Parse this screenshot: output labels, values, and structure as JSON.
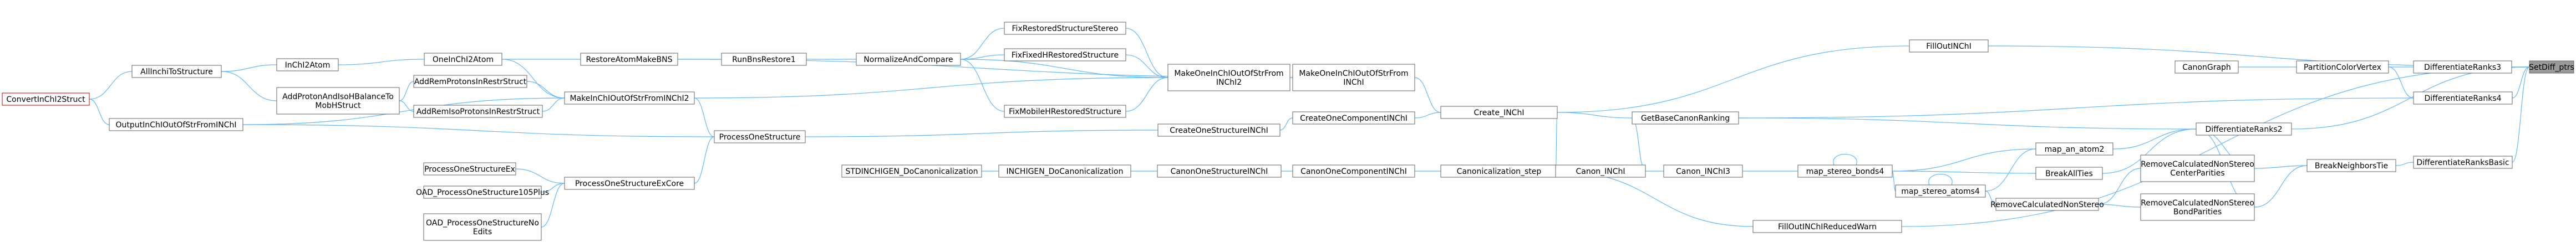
{
  "graph": {
    "nodes": [
      {
        "id": "n1",
        "label": [
          "ConvertInChI2Struct"
        ],
        "style": "caller-root"
      },
      {
        "id": "n2",
        "label": [
          "AllInchiToStructure"
        ]
      },
      {
        "id": "n3",
        "label": [
          "InChI2Atom"
        ]
      },
      {
        "id": "n4",
        "label": [
          "OneInChI2Atom"
        ]
      },
      {
        "id": "n5",
        "label": [
          "RestoreAtomMakeBNS"
        ]
      },
      {
        "id": "n6",
        "label": [
          "RunBnsRestore1"
        ]
      },
      {
        "id": "n7",
        "label": [
          "NormalizeAndCompare"
        ]
      },
      {
        "id": "n8",
        "label": [
          "FixRestoredStructureStereo"
        ]
      },
      {
        "id": "n9",
        "label": [
          "FixFixedHRestoredStructure"
        ]
      },
      {
        "id": "n10",
        "label": [
          "FixMobileHRestoredStructure"
        ]
      },
      {
        "id": "n11",
        "label": [
          "MakeOneInChIOutOfStrFrom",
          "INChI2"
        ]
      },
      {
        "id": "n12",
        "label": [
          "MakeOneInChIOutOfStrFrom",
          "INChI"
        ]
      },
      {
        "id": "n13",
        "label": [
          "AddProtonAndIsoHBalanceTo",
          "MobHStruct"
        ]
      },
      {
        "id": "n14",
        "label": [
          "AddRemProtonsInRestrStruct"
        ]
      },
      {
        "id": "n15",
        "label": [
          "AddRemIsoProtonsInRestrStruct"
        ]
      },
      {
        "id": "n16",
        "label": [
          "MakeInChIOutOfStrFromINChI2"
        ]
      },
      {
        "id": "n17",
        "label": [
          "OutputInChIOutOfStrFromINChI"
        ]
      },
      {
        "id": "n18",
        "label": [
          "ProcessOneStructure"
        ]
      },
      {
        "id": "n19",
        "label": [
          "CreateOneStructureINChI"
        ]
      },
      {
        "id": "n20",
        "label": [
          "CreateOneComponentINChI"
        ]
      },
      {
        "id": "n21",
        "label": [
          "Create_INChI"
        ]
      },
      {
        "id": "n22",
        "label": [
          "FillOutINChI"
        ]
      },
      {
        "id": "n23",
        "label": [
          "ProcessOneStructureEx"
        ]
      },
      {
        "id": "n24",
        "label": [
          "ProcessOneStructureExCore"
        ]
      },
      {
        "id": "n25",
        "label": [
          "OAD_ProcessOneStructure105Plus"
        ]
      },
      {
        "id": "n26",
        "label": [
          "OAD_ProcessOneStructureNo",
          "Edits"
        ]
      },
      {
        "id": "n27",
        "label": [
          "STDINCHIGEN_DoCanonicalization"
        ]
      },
      {
        "id": "n28",
        "label": [
          "INCHIGEN_DoCanonicalization"
        ]
      },
      {
        "id": "n29",
        "label": [
          "CanonOneStructureINChI"
        ]
      },
      {
        "id": "n30",
        "label": [
          "CanonOneComponentINChI"
        ]
      },
      {
        "id": "n31",
        "label": [
          "Canonicalization_step"
        ]
      },
      {
        "id": "n32",
        "label": [
          "Canon_INChI"
        ]
      },
      {
        "id": "n33",
        "label": [
          "Canon_INChI3"
        ]
      },
      {
        "id": "n34",
        "label": [
          "GetBaseCanonRanking"
        ]
      },
      {
        "id": "n35",
        "label": [
          "FillOutINChIReducedWarn"
        ]
      },
      {
        "id": "n36",
        "label": [
          "map_stereo_bonds4"
        ]
      },
      {
        "id": "n37",
        "label": [
          "map_stereo_atoms4"
        ]
      },
      {
        "id": "n38",
        "label": [
          "map_an_atom2"
        ]
      },
      {
        "id": "n39",
        "label": [
          "BreakAllTies"
        ]
      },
      {
        "id": "n40",
        "label": [
          "RemoveCalculatedNonStereo"
        ]
      },
      {
        "id": "n41",
        "label": [
          "RemoveCalculatedNonStereo",
          "CenterParities"
        ]
      },
      {
        "id": "n42",
        "label": [
          "RemoveCalculatedNonStereo",
          "BondParities"
        ]
      },
      {
        "id": "n43",
        "label": [
          "DifferentiateRanks2"
        ]
      },
      {
        "id": "n44",
        "label": [
          "CanonGraph"
        ]
      },
      {
        "id": "n45",
        "label": [
          "PartitionColorVertex"
        ]
      },
      {
        "id": "n46",
        "label": [
          "BreakNeighborsTie"
        ]
      },
      {
        "id": "n47",
        "label": [
          "DifferentiateRanks3"
        ]
      },
      {
        "id": "n48",
        "label": [
          "DifferentiateRanks4"
        ]
      },
      {
        "id": "n49",
        "label": [
          "DifferentiateRanksBasic"
        ]
      },
      {
        "id": "n50",
        "label": [
          "SetDiff_ptrs"
        ],
        "style": "self"
      }
    ],
    "edges": [
      [
        "n2",
        "n1"
      ],
      [
        "n17",
        "n1"
      ],
      [
        "n3",
        "n2"
      ],
      [
        "n4",
        "n3"
      ],
      [
        "n5",
        "n4"
      ],
      [
        "n16",
        "n4"
      ],
      [
        "n6",
        "n5"
      ],
      [
        "n7",
        "n6"
      ],
      [
        "n8",
        "n7"
      ],
      [
        "n9",
        "n7"
      ],
      [
        "n10",
        "n7"
      ],
      [
        "n11",
        "n7"
      ],
      [
        "n11",
        "n8"
      ],
      [
        "n11",
        "n9"
      ],
      [
        "n11",
        "n10"
      ],
      [
        "n12",
        "n11"
      ],
      [
        "n12",
        "n5"
      ],
      [
        "n13",
        "n2"
      ],
      [
        "n14",
        "n13"
      ],
      [
        "n16",
        "n14"
      ],
      [
        "n15",
        "n13"
      ],
      [
        "n16",
        "n15"
      ],
      [
        "n16",
        "n17"
      ],
      [
        "n11",
        "n16"
      ],
      [
        "n18",
        "n16"
      ],
      [
        "n18",
        "n17"
      ],
      [
        "n24",
        "n18"
      ],
      [
        "n23",
        "n24"
      ],
      [
        "n25",
        "n24"
      ],
      [
        "n26",
        "n24"
      ],
      [
        "n19",
        "n18"
      ],
      [
        "n20",
        "n19"
      ],
      [
        "n21",
        "n20"
      ],
      [
        "n21",
        "n12"
      ],
      [
        "n22",
        "n21"
      ],
      [
        "n28",
        "n27"
      ],
      [
        "n29",
        "n28"
      ],
      [
        "n30",
        "n29"
      ],
      [
        "n31",
        "n30"
      ],
      [
        "n32",
        "n31"
      ],
      [
        "n32",
        "n21"
      ],
      [
        "n35",
        "n31"
      ],
      [
        "n33",
        "n32"
      ],
      [
        "n34",
        "n32"
      ],
      [
        "n34",
        "n21"
      ],
      [
        "n36",
        "n33"
      ],
      [
        "n36",
        "n36"
      ],
      [
        "n37",
        "n36"
      ],
      [
        "n37",
        "n37"
      ],
      [
        "n38",
        "n36"
      ],
      [
        "n38",
        "n37"
      ],
      [
        "n39",
        "n36"
      ],
      [
        "n40",
        "n37"
      ],
      [
        "n41",
        "n40"
      ],
      [
        "n42",
        "n40"
      ],
      [
        "n43",
        "n34"
      ],
      [
        "n43",
        "n38"
      ],
      [
        "n43",
        "n39"
      ],
      [
        "n43",
        "n41"
      ],
      [
        "n43",
        "n42"
      ],
      [
        "n45",
        "n44"
      ],
      [
        "n46",
        "n41"
      ],
      [
        "n46",
        "n42"
      ],
      [
        "n47",
        "n45"
      ],
      [
        "n48",
        "n45"
      ],
      [
        "n48",
        "n34"
      ],
      [
        "n49",
        "n46"
      ],
      [
        "n50",
        "n22"
      ],
      [
        "n50",
        "n47"
      ],
      [
        "n50",
        "n48"
      ],
      [
        "n50",
        "n43"
      ],
      [
        "n50",
        "n49"
      ],
      [
        "n50",
        "n35"
      ]
    ]
  }
}
